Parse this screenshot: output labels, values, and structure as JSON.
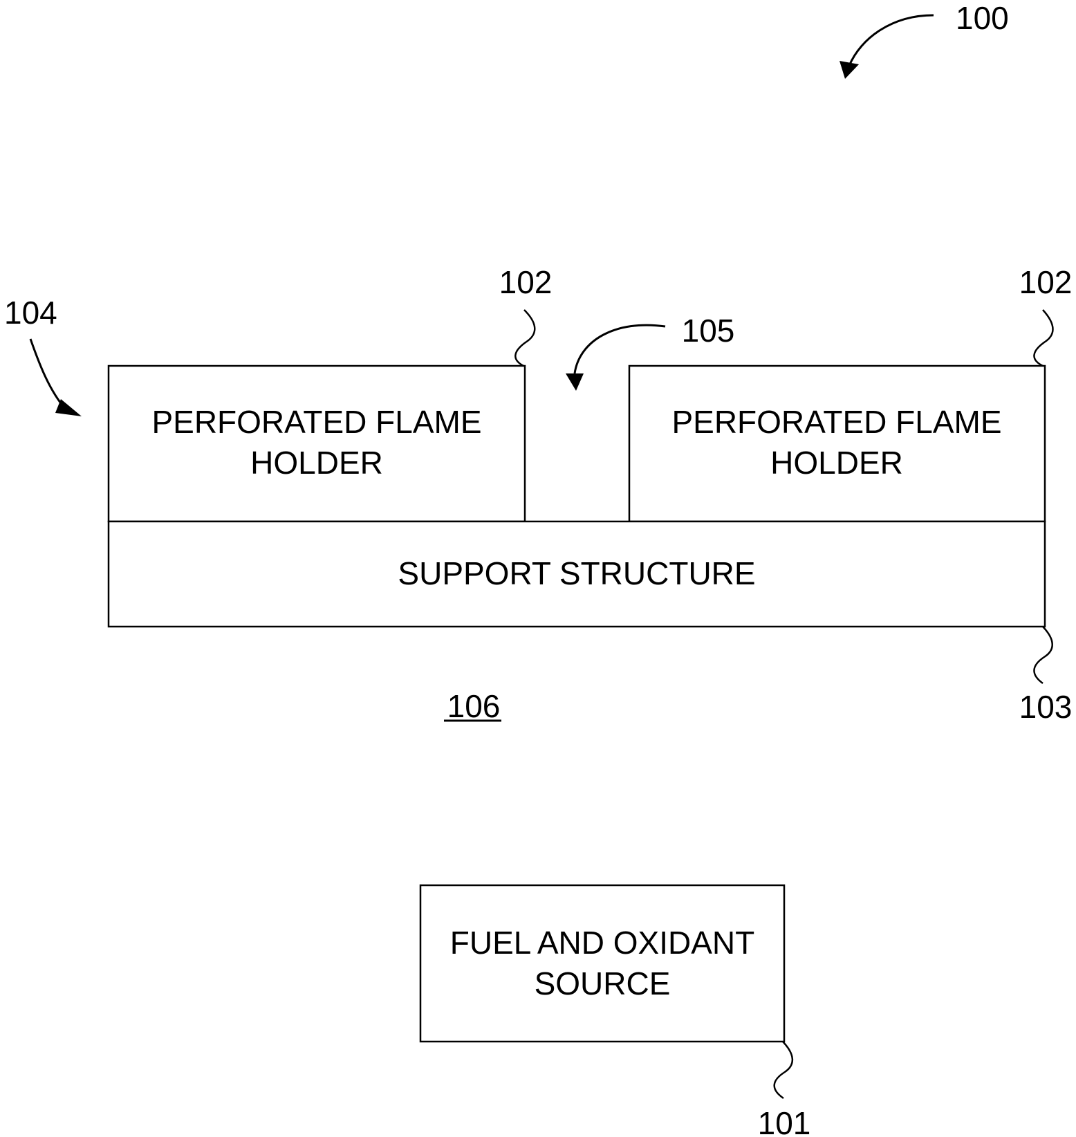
{
  "figure": {
    "reference_numerals": {
      "system": "100",
      "fuel_source": "101",
      "flame_holder_left": "102",
      "flame_holder_right": "102",
      "support_structure": "103",
      "assembly": "104",
      "gap": "105",
      "region": "106"
    },
    "boxes": {
      "flame_holder_left": [
        "PERFORATED FLAME",
        "HOLDER"
      ],
      "flame_holder_right": [
        "PERFORATED FLAME",
        "HOLDER"
      ],
      "support_structure": [
        "SUPPORT STRUCTURE"
      ],
      "fuel_source": [
        "FUEL AND OXIDANT",
        "SOURCE"
      ]
    }
  }
}
